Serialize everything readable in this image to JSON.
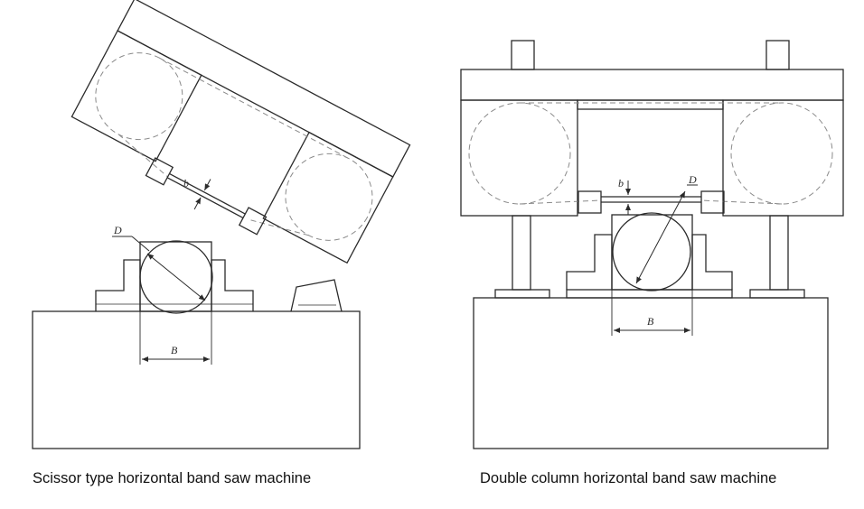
{
  "colors": {
    "line": "#2b2b2b",
    "dashed": "#8a8a8a",
    "background": "#ffffff"
  },
  "diagrams": [
    {
      "caption": "Scissor type horizontal band saw machine",
      "labels": {
        "diameter": "D",
        "blade_gap": "b",
        "width": "B"
      }
    },
    {
      "caption": "Double column horizontal band saw machine",
      "labels": {
        "diameter": "D",
        "blade_gap": "b",
        "width": "B"
      }
    }
  ]
}
